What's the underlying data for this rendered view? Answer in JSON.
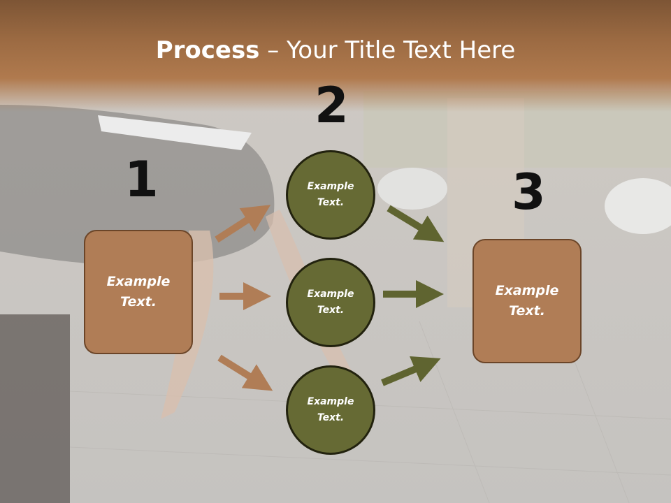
{
  "slide": {
    "title_bold": "Process",
    "title_rest": " – Your Title Text Here",
    "steps": [
      "1",
      "2",
      "3"
    ],
    "left_box": "Example\nText.",
    "circles": [
      "Example\nText.",
      "Example\nText.",
      "Example\nText."
    ],
    "right_box": "Example\nText.",
    "colors": {
      "title_band": "#9b6a42",
      "box_fill": "#b07d56",
      "box_border": "#6b4528",
      "circle_fill": "#666a34",
      "circle_border": "#22220e",
      "left_arrow": "#b07d56",
      "right_arrow": "#5f6430"
    }
  }
}
